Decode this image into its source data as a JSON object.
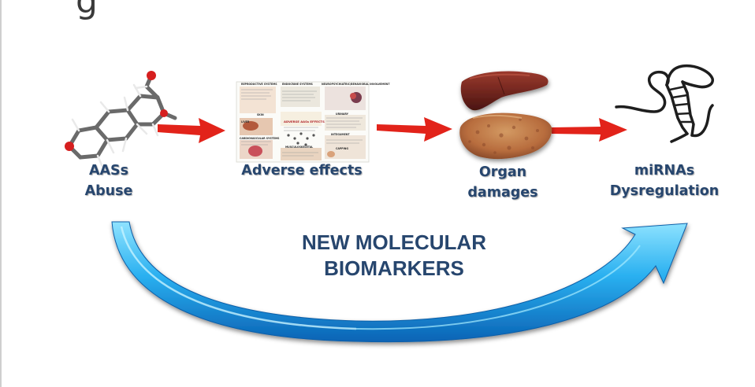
{
  "corner_glyph": "g",
  "steps": [
    {
      "id": "abuse",
      "label": "AASs\nAbuse"
    },
    {
      "id": "adverse",
      "label": "Adverse effects"
    },
    {
      "id": "organ",
      "label": "Organ\ndamages"
    },
    {
      "id": "mirna",
      "label": "miRNAs\nDysregulation"
    }
  ],
  "central_message": "NEW MOLECULAR\nBIOMARKERS",
  "adverse_panel_headings": [
    "REPRODUCTIVE SYSTEMS",
    "ENDOCRINE SYSTEMS",
    "NEUROPSYCHIATRIC/BEHAVIORAL INVOLVEMENT",
    "SKIN",
    "ADVERSE AASs EFFECTS",
    "URINARY",
    "LIVER",
    "CARDIOVASCULAR SYSTEMS",
    "MUSCULOSKELETAL",
    "INTEGUMENT",
    "CAPPING"
  ],
  "icons": {
    "molecule": "steroid-molecule-icon",
    "panel": "adverse-effects-panel-icon",
    "organ": "liver-icon",
    "rna": "rna-hairpin-icon"
  },
  "colors": {
    "label_text": "#27466e",
    "red_arrow": "#e2231a",
    "cycle_arrow": "#1a95e3",
    "cycle_arrow_light": "#6fd4ff",
    "cycle_arrow_dark": "#075fae"
  }
}
